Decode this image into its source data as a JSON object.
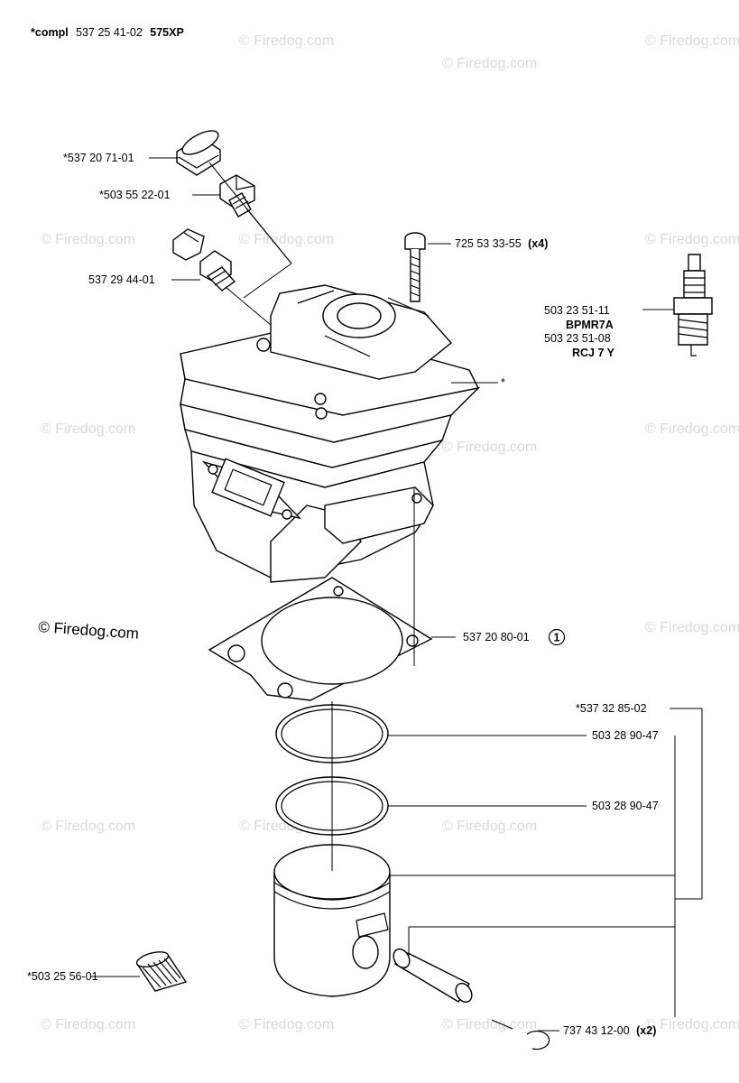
{
  "header": {
    "prefix": "*compl",
    "number": "537 25 41-02",
    "model": "575XP"
  },
  "copyright": "© Firedog.com",
  "watermark": "© Firedog.com",
  "callouts": {
    "cover_plug": "*537 20 71-01",
    "decomp_valve": "*503 55 22-01",
    "decomp_valve_kit": "537 29 44-01",
    "screw": "725 53 33-55",
    "screw_qty": "(x4)",
    "spark_plug_1": "503 23 51-11",
    "spark_plug_1_type": "BPMR7A",
    "spark_plug_2": "503 23 51-08",
    "spark_plug_2_type": "RCJ 7 Y",
    "cylinder": "*",
    "gasket": "537 20 80-01",
    "gasket_ref": "1",
    "piston_kit": "*537 32 85-02",
    "ring_1": "503 28 90-47",
    "ring_2": "503 28 90-47",
    "needle_bearing": "*503 25 56-01",
    "circlip": "737 43 12-00",
    "circlip_qty": "(x2)"
  }
}
